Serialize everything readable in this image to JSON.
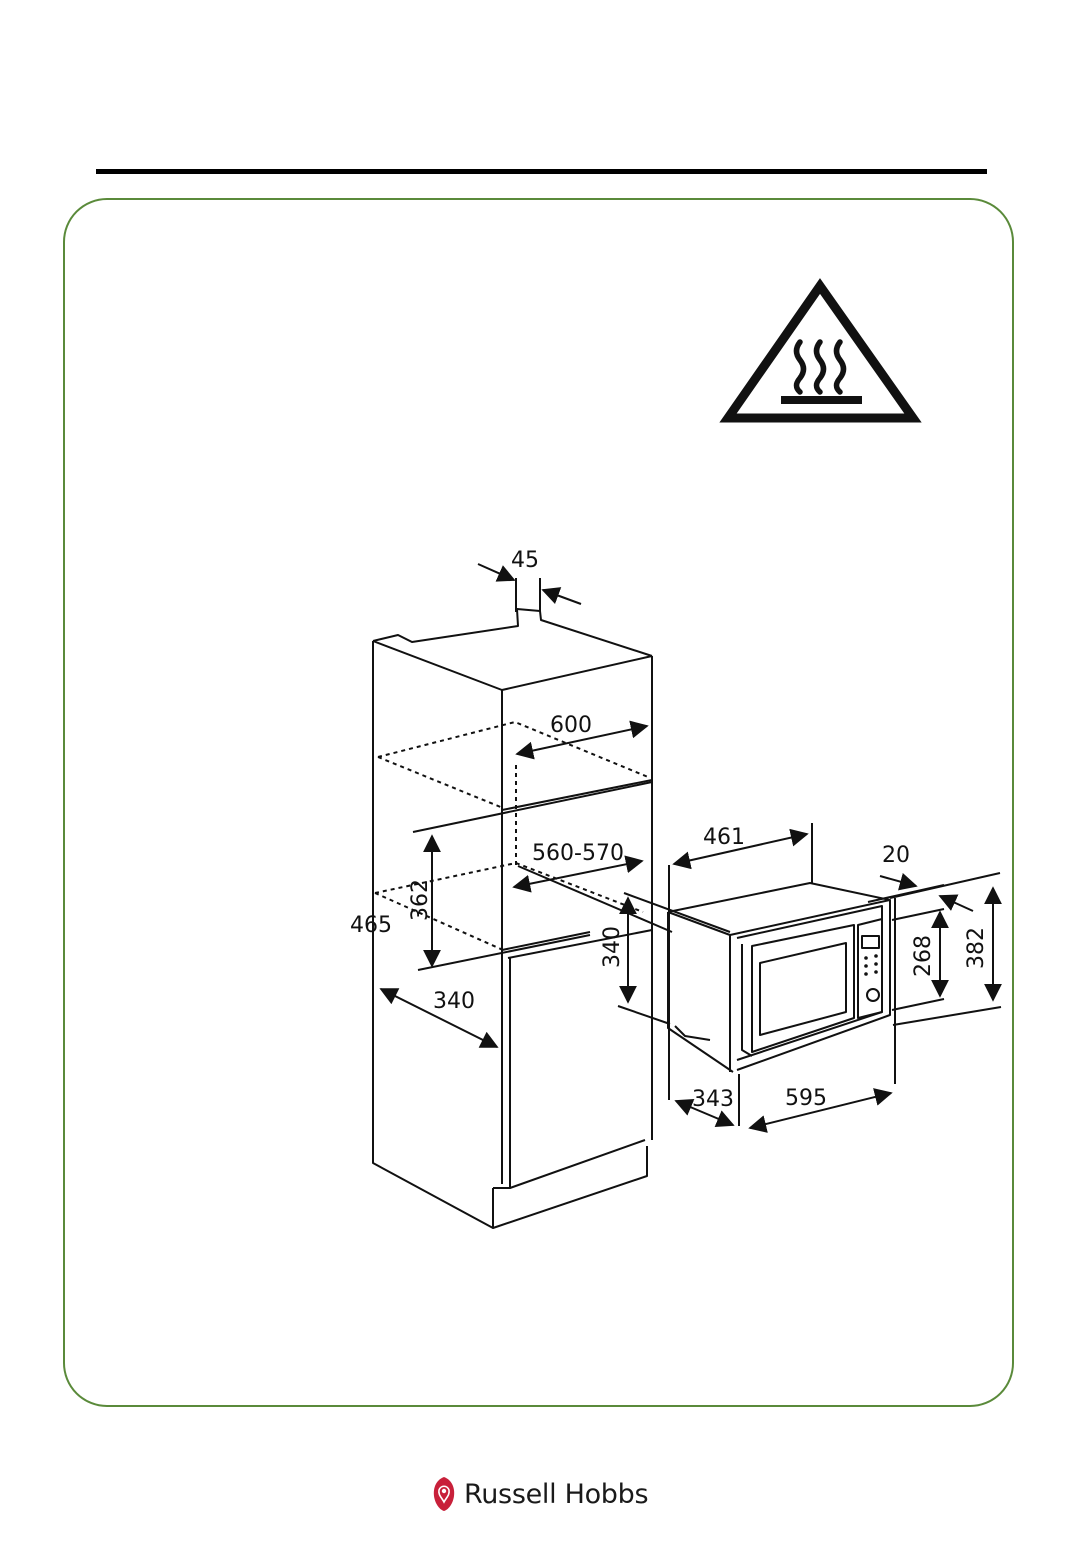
{
  "colors": {
    "panel_border": "#5a8a3a",
    "brand_mark": "#c8203a",
    "line": "#111111"
  },
  "icons": {
    "warning": "hot-surface-warning-icon",
    "brand": "russell-hobbs-crest-icon"
  },
  "dimensions": {
    "cabinet_top_depth": "45",
    "cabinet_width": "600",
    "niche_width": "560-570",
    "niche_height": "362",
    "niche_height_outer": "465",
    "niche_depth": "340",
    "appliance_body_height": "340",
    "appliance_depth": "461",
    "frame_depth": "20",
    "frame_inner_height": "268",
    "frame_height": "382",
    "appliance_bottom_depth": "343",
    "frame_width": "595"
  },
  "brand": {
    "name": "Russell Hobbs"
  }
}
